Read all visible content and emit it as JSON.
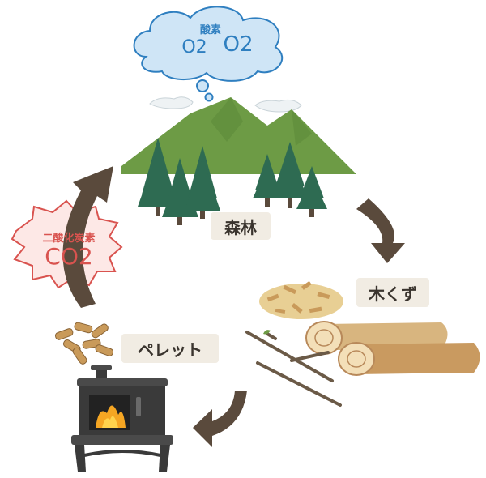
{
  "oxygen": {
    "title": "酸素",
    "formula_a": "O2",
    "formula_b": "O2",
    "color": "#2f7fc0"
  },
  "co2": {
    "title": "二酸化炭素",
    "formula": "CO2",
    "color": "#d9534f"
  },
  "labels": {
    "forest": "森林",
    "wood_chips": "木くず",
    "pellets": "ペレット"
  },
  "colors": {
    "arrow": "#5a4a3c",
    "label_bg": "#f1ece3",
    "mountain": "#6d9b45",
    "tree": "#2e6b52"
  }
}
